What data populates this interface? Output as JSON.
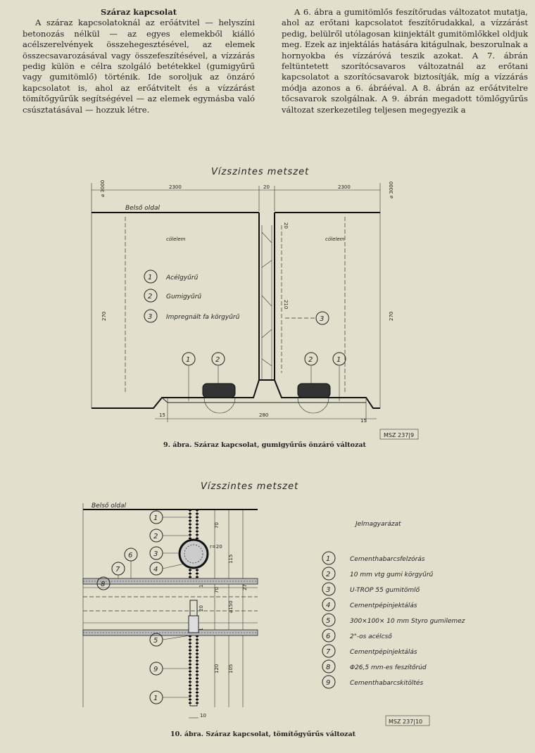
{
  "left_column": {
    "heading": "Száraz kapcsolat",
    "paragraphs": [
      "A száraz kapcsolatoknál az erőátvitel — helyszíni betonozás nélkül — az egyes elemekből kiálló acélszerelvények összehegesztésével, az elemek összecsavarozásával vagy összefeszítésével, a vízzárás pedig külön e célra szolgáló betétekkel (gumigyűrű vagy gumitömlő) történik. Ide soroljuk az önzáró kapcsolatot is, ahol az erőátvitelt és a vízzárást tömítőgyűrűk segítségével — az elemek egymásba való csúsztatásával — hozzuk létre."
    ]
  },
  "right_column": {
    "paragraph": "A 6. ábra a gumitömlős feszítőrudas változatot mutatja, ahol az erőtani kapcsolatot feszítőrudakkal, a vízzárást pedig, belülről utólagosan kiinjektált gumitömlőkkel oldjuk meg. Ezek az injektálás hatására kitágulnak, beszorulnak a hornyokba és vízzáróvá teszik azokat. A 7. ábrán feltüntetett szorítócsavaros változatnál az erőtani kapcsolatot a szorítócsavarok biztosítják, míg a vízzárás módja azonos a 6. ábráéval. A 8. ábrán az erőátvitelre tőcsavarok szolgálnak. A 9. ábrán megadott tömlőgyűrűs változat szerkezetileg teljesen megegyezik a"
  },
  "figure9": {
    "title": "Vízszintes metszet",
    "inner_side": "Belső oldal",
    "element_left": "cölelem",
    "element_right": "cölelem",
    "dims": {
      "top_left": "2300",
      "gap": "20",
      "top_right": "2300",
      "height_left": "270",
      "height_right": "270",
      "side_left": "⌀ 3000",
      "side_right": "⌀ 3000",
      "mid": "210",
      "top_gap": "20",
      "bottom": "280",
      "foot_left": "15",
      "foot_right": "15"
    },
    "legend": [
      {
        "num": "1",
        "text": "Acélgyűrű"
      },
      {
        "num": "2",
        "text": "Gumigyűrű"
      },
      {
        "num": "3",
        "text": "Impregnált fa körgyűrű"
      }
    ],
    "markers": [
      "1",
      "2",
      "2",
      "1",
      "3"
    ],
    "stamp": "MSZ 237|9",
    "caption": "9. ábra. Száraz kapcsolat, gumigyűrűs önzáró változat"
  },
  "figure10": {
    "title": "Vízszintes metszet",
    "inner_side": "Belső oldal",
    "legend_title": "Jelmagyarázat",
    "legend": [
      {
        "num": "1",
        "text": "Cementhabarcsfelzórás"
      },
      {
        "num": "2",
        "text": "10 mm vtg gumi körgyűrű"
      },
      {
        "num": "3",
        "text": "U-TROP 55 gumitömlő"
      },
      {
        "num": "4",
        "text": "Cementpépinjektálás"
      },
      {
        "num": "5",
        "text": "300×100× 10 mm Styro gumilemez"
      },
      {
        "num": "6",
        "text": "2\"-os acélcső"
      },
      {
        "num": "7",
        "text": "Cementpépinjektálás"
      },
      {
        "num": "8",
        "text": "Φ26,5 mm-es feszítőrúd"
      },
      {
        "num": "9",
        "text": "Cementhabarcskitöltés"
      }
    ],
    "left_markers": [
      "1",
      "2",
      "3",
      "4",
      "6",
      "7",
      "8",
      "5",
      "9",
      "1"
    ],
    "dims": {
      "d70a": "70",
      "d115": "115",
      "d270": "270",
      "r": "r=20",
      "d70b": "70",
      "d120": "120",
      "d105": "105",
      "d10": "10",
      "d20": "20",
      "d150": "⌀150",
      "d11a": "11",
      "d11b": "11"
    },
    "stamp": "MSZ 237|10",
    "caption": "10. ábra. Száraz kapcsolat, tömítőgyűrűs változat"
  }
}
